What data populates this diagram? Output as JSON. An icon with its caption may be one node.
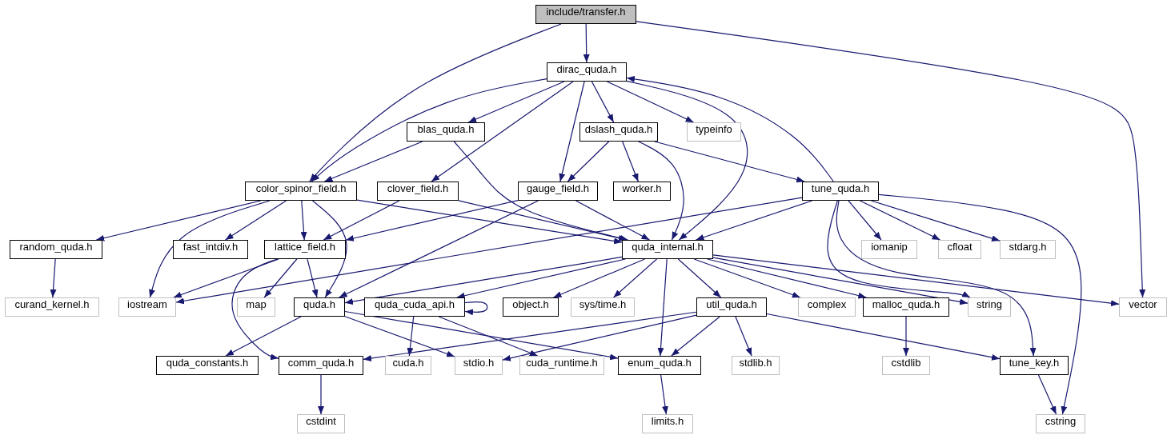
{
  "diagram": {
    "nodes": [
      {
        "text": [
          "include/transfer.h"
        ]
      },
      {
        "text": [
          "dirac_quda.h"
        ]
      },
      {
        "text": [
          "blas_quda.h"
        ]
      },
      {
        "text": [
          "dslash_quda.h"
        ]
      },
      {
        "text": [
          "typeinfo"
        ]
      },
      {
        "text": [
          "color_spinor_field.h"
        ]
      },
      {
        "text": [
          "clover_field.h"
        ]
      },
      {
        "text": [
          "gauge_field.h"
        ]
      },
      {
        "text": [
          "worker.h"
        ]
      },
      {
        "text": [
          "tune_quda.h"
        ]
      },
      {
        "text": [
          "random_quda.h"
        ]
      },
      {
        "text": [
          "fast_intdiv.h"
        ]
      },
      {
        "text": [
          "lattice_field.h"
        ]
      },
      {
        "text": [
          "quda_internal.h"
        ]
      },
      {
        "text": [
          "iomanip"
        ]
      },
      {
        "text": [
          "cfloat"
        ]
      },
      {
        "text": [
          "stdarg.h"
        ]
      },
      {
        "text": [
          "curand_kernel.h"
        ]
      },
      {
        "text": [
          "iostream"
        ]
      },
      {
        "text": [
          "map"
        ]
      },
      {
        "text": [
          "quda.h"
        ]
      },
      {
        "text": [
          "quda_cuda_api.h"
        ]
      },
      {
        "text": [
          "object.h"
        ]
      },
      {
        "text": [
          "sys/time.h"
        ]
      },
      {
        "text": [
          "util_quda.h"
        ]
      },
      {
        "text": [
          "complex"
        ]
      },
      {
        "text": [
          "malloc_quda.h"
        ]
      },
      {
        "text": [
          "string"
        ]
      },
      {
        "text": [
          "vector"
        ]
      },
      {
        "text": [
          "quda_constants.h"
        ]
      },
      {
        "text": [
          "comm_quda.h"
        ]
      },
      {
        "text": [
          "cuda.h"
        ]
      },
      {
        "text": [
          "stdio.h"
        ]
      },
      {
        "text": [
          "cuda_runtime.h"
        ]
      },
      {
        "text": [
          "enum_quda.h"
        ]
      },
      {
        "text": [
          "stdlib.h"
        ]
      },
      {
        "text": [
          "cstdlib"
        ]
      },
      {
        "text": [
          "tune_key.h"
        ]
      },
      {
        "text": [
          "cstdint"
        ]
      },
      {
        "text": [
          "limits.h"
        ]
      },
      {
        "text": [
          "cstring"
        ]
      }
    ],
    "edges": [
      {
        "from": 0,
        "to": 1,
        "arrow": "to"
      },
      {
        "from": 0,
        "to": 5,
        "arrow": "to"
      },
      {
        "from": 0,
        "to": 28,
        "arrow": "to"
      },
      {
        "from": 1,
        "to": 2,
        "arrow": "to"
      },
      {
        "from": 1,
        "to": 5,
        "arrow": "to"
      },
      {
        "from": 1,
        "to": 6,
        "arrow": "to"
      },
      {
        "from": 1,
        "to": 7,
        "arrow": "to"
      },
      {
        "from": 1,
        "to": 3,
        "arrow": "to"
      },
      {
        "from": 1,
        "to": 4,
        "arrow": "to"
      },
      {
        "from": 1,
        "to": 13,
        "arrow": "to"
      },
      {
        "from": 2,
        "to": 5,
        "arrow": "to"
      },
      {
        "from": 2,
        "to": 13,
        "arrow": "to"
      },
      {
        "from": 3,
        "to": 7,
        "arrow": "to"
      },
      {
        "from": 3,
        "to": 8,
        "arrow": "to"
      },
      {
        "from": 3,
        "to": 13,
        "arrow": "to"
      },
      {
        "from": 3,
        "to": 9,
        "arrow": "to"
      },
      {
        "from": 5,
        "to": 10,
        "arrow": "to"
      },
      {
        "from": 5,
        "to": 18,
        "arrow": "to"
      },
      {
        "from": 5,
        "to": 11,
        "arrow": "to"
      },
      {
        "from": 5,
        "to": 12,
        "arrow": "to"
      },
      {
        "from": 5,
        "to": 20,
        "arrow": "to"
      },
      {
        "from": 5,
        "to": 13,
        "arrow": "to"
      },
      {
        "from": 6,
        "to": 12,
        "arrow": "to"
      },
      {
        "from": 6,
        "to": 13,
        "arrow": "to"
      },
      {
        "from": 7,
        "to": 12,
        "arrow": "to"
      },
      {
        "from": 7,
        "to": 20,
        "arrow": "to"
      },
      {
        "from": 7,
        "to": 13,
        "arrow": "to"
      },
      {
        "from": 9,
        "to": 13,
        "arrow": "to"
      },
      {
        "from": 9,
        "to": 18,
        "arrow": "to"
      },
      {
        "from": 9,
        "to": 14,
        "arrow": "to"
      },
      {
        "from": 9,
        "to": 15,
        "arrow": "to"
      },
      {
        "from": 9,
        "to": 16,
        "arrow": "to"
      },
      {
        "from": 9,
        "to": 27,
        "arrow": "to"
      },
      {
        "from": 9,
        "to": 37,
        "arrow": "to"
      },
      {
        "from": 9,
        "to": 40,
        "arrow": "to"
      },
      {
        "from": 9,
        "to": 1,
        "arrow": "to"
      },
      {
        "from": 10,
        "to": 17,
        "arrow": "to"
      },
      {
        "from": 12,
        "to": 18,
        "arrow": "to"
      },
      {
        "from": 12,
        "to": 19,
        "arrow": "to"
      },
      {
        "from": 12,
        "to": 20,
        "arrow": "to"
      },
      {
        "from": 12,
        "to": 30,
        "arrow": "to"
      },
      {
        "from": 13,
        "to": 20,
        "arrow": "to"
      },
      {
        "from": 13,
        "to": 21,
        "arrow": "to"
      },
      {
        "from": 13,
        "to": 22,
        "arrow": "to"
      },
      {
        "from": 13,
        "to": 23,
        "arrow": "to"
      },
      {
        "from": 13,
        "to": 24,
        "arrow": "to"
      },
      {
        "from": 13,
        "to": 25,
        "arrow": "to"
      },
      {
        "from": 13,
        "to": 26,
        "arrow": "to"
      },
      {
        "from": 13,
        "to": 27,
        "arrow": "to"
      },
      {
        "from": 13,
        "to": 28,
        "arrow": "to"
      },
      {
        "from": 13,
        "to": 34,
        "arrow": "to"
      },
      {
        "from": 20,
        "to": 29,
        "arrow": "to"
      },
      {
        "from": 20,
        "to": 32,
        "arrow": "to"
      },
      {
        "from": 20,
        "to": 34,
        "arrow": "to"
      },
      {
        "from": 21,
        "to": 21,
        "arrow": "to"
      },
      {
        "from": 21,
        "to": 31,
        "arrow": "to"
      },
      {
        "from": 21,
        "to": 33,
        "arrow": "to"
      },
      {
        "from": 24,
        "to": 30,
        "arrow": "to"
      },
      {
        "from": 24,
        "to": 32,
        "arrow": "to"
      },
      {
        "from": 24,
        "to": 34,
        "arrow": "to"
      },
      {
        "from": 24,
        "to": 35,
        "arrow": "to"
      },
      {
        "from": 24,
        "to": 37,
        "arrow": "to"
      },
      {
        "from": 26,
        "to": 36,
        "arrow": "to"
      },
      {
        "from": 30,
        "to": 38,
        "arrow": "to"
      },
      {
        "from": 34,
        "to": 39,
        "arrow": "to"
      },
      {
        "from": 37,
        "to": 40,
        "arrow": "to"
      }
    ]
  }
}
